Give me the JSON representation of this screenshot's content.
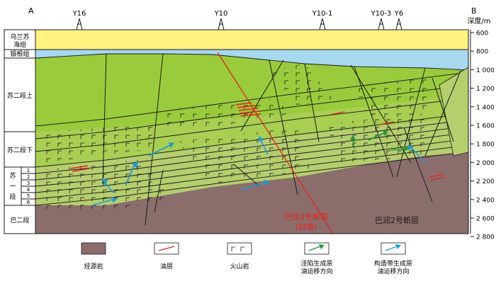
{
  "section": {
    "start_label": "A",
    "end_label": "B",
    "depth_axis_title": "深度/m",
    "depth_ticks": [
      "600",
      "800",
      "1 000",
      "1 200",
      "1 400",
      "1 600",
      "1 800",
      "2 000",
      "2 200",
      "2 400",
      "2 600",
      "2 800"
    ]
  },
  "wells": [
    "Y16",
    "Y10",
    "Y10-1",
    "Y10-3",
    "Y6"
  ],
  "units": {
    "wulansu": "乌兰苏",
    "wulansu2": "海组",
    "yingen": "银根组",
    "su2_upper": "苏二段上",
    "su2_lower": "苏二段下",
    "su1_a": "苏",
    "su1_b": "一",
    "su1_c": "段",
    "ba2": "巴二段",
    "su1_sublayers": [
      "1",
      "2",
      "3",
      "4",
      "5",
      "6"
    ]
  },
  "faults": {
    "f3_line1": "巴润3号断层",
    "f3_line2": "(封堵)",
    "f2": "巴润2号断层"
  },
  "legend": [
    {
      "key": "source",
      "label": "烃源岩"
    },
    {
      "key": "oil",
      "label": "油层"
    },
    {
      "key": "volcanic",
      "label": "火山岩"
    },
    {
      "key": "sag",
      "label": "洼陷生成原",
      "label2": "油运移方向"
    },
    {
      "key": "struct",
      "label": "构造带生成原",
      "label2": "油运移方向"
    }
  ],
  "colors": {
    "wulansu": "#FFF27F",
    "yingen": "#A6D8EE",
    "su2": "#9ACB3C",
    "su2_lower": "#A8CE52",
    "su1": "#B5CE6E",
    "ba2": "#8B6E6C",
    "oil": "#E8221C",
    "sag_arrow": "#1E9A3E",
    "struct_arrow": "#1E9BD7"
  }
}
